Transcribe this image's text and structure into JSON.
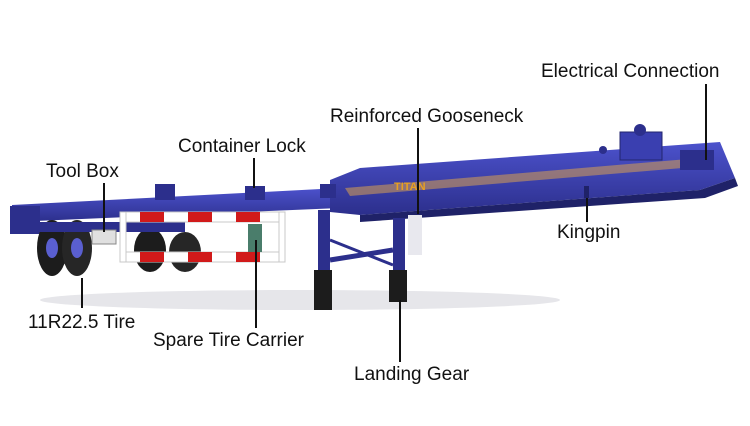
{
  "labels": {
    "electrical_connection": "Electrical Connection",
    "reinforced_gooseneck": "Reinforced Gooseneck",
    "container_lock": "Container Lock",
    "tool_box": "Tool Box",
    "kingpin": "Kingpin",
    "tire": "11R22.5 Tire",
    "spare_tire_carrier": "Spare Tire Carrier",
    "landing_gear": "Landing Gear"
  },
  "trailer_branding": "TITAN",
  "colors": {
    "frame": "#3a3fb0",
    "frame_shadow": "#23266e",
    "stripe_red": "#d11a1a",
    "stripe_white": "#ffffff",
    "tire": "#1c1c1c",
    "leader_line": "#111111",
    "text": "#111111",
    "branding": "#e8a020"
  }
}
